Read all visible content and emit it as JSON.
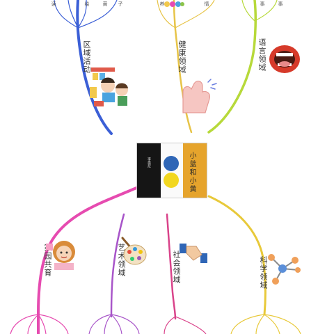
{
  "center": {
    "book_title": "小蓝和小黄",
    "book_author": "李奥尼",
    "colors": {
      "blue": "#2f66b6",
      "yellow": "#f2d720",
      "orange": "#e6a42c"
    }
  },
  "branches": {
    "regional": {
      "label": "区域活动",
      "color": "#3b5fd6",
      "leaves": [
        "读",
        "绘",
        "黄",
        "子"
      ]
    },
    "health": {
      "label": "健康领域",
      "color": "#e7c448",
      "leaves": [
        "养",
        "情"
      ]
    },
    "language": {
      "label": "语言领域",
      "color": "#b7d93a",
      "leaves": [
        "事",
        "事"
      ]
    },
    "family": {
      "label": "家园共育",
      "color": "#e64bb0",
      "leaves": []
    },
    "art": {
      "label": "艺术领域",
      "color": "#a855c9",
      "leaves": []
    },
    "social": {
      "label": "社会领域",
      "color": "#d9438a",
      "leaves": []
    },
    "science": {
      "label": "科学领域",
      "color": "#e8c93a",
      "leaves": []
    }
  }
}
